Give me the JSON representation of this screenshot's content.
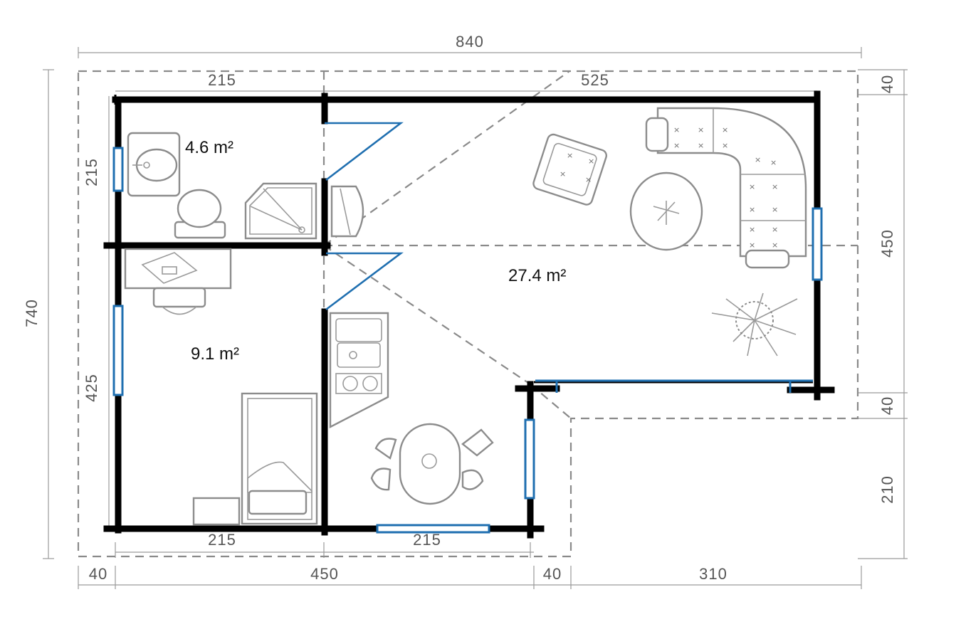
{
  "dimensions": {
    "top_total": "840",
    "top_left": "215",
    "top_right": "525",
    "left_total": "740",
    "left_upper": "215",
    "left_lower": "425",
    "right_top": "40",
    "right_middle": "450",
    "right_lower": "40",
    "right_bottom": "210",
    "bottom_inner_left": "215",
    "bottom_inner_right": "215",
    "bottom_left_margin": "40",
    "bottom_main": "450",
    "bottom_gap": "40",
    "bottom_right": "310"
  },
  "rooms": {
    "bathroom_area": "4.6 m²",
    "bedroom_area": "9.1 m²",
    "living_area": "27.4 m²"
  },
  "colors": {
    "wall": "#000000",
    "window_door": "#1f6fb0",
    "dimension": "#555555",
    "furniture": "#8c8c8c"
  }
}
